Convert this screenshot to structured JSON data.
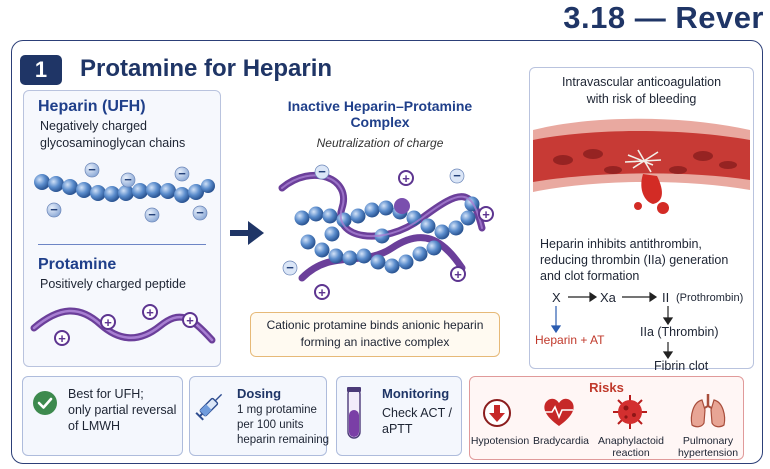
{
  "header": {
    "title": "3.18 — Rever"
  },
  "section": {
    "number": "1",
    "title": "Protamine for Heparin"
  },
  "heparin": {
    "title": "Heparin (UFH)",
    "desc_line1": "Negatively charged",
    "desc_line2": "glycosaminoglycan chains",
    "charge": "−"
  },
  "protamine": {
    "title": "Protamine",
    "desc": "Positively charged peptide",
    "charge": "+"
  },
  "complex": {
    "title_line1": "Inactive Heparin–Protamine",
    "title_line2": "Complex",
    "subtitle": "Neutralization of charge"
  },
  "note": {
    "line1": "Cationic protamine binds anionic heparin",
    "line2": "forming an inactive complex"
  },
  "bleeding": {
    "line1": "Intravascular anticoagulation",
    "line2": "with risk of bleeding"
  },
  "mechanism": {
    "line1": "Heparin inhibits antithrombin,",
    "line2": "reducing thrombin (IIa) generation",
    "line3": "and clot formation",
    "x": "X",
    "xa": "Xa",
    "ii": "II",
    "ii_note": "(Prothrombin)",
    "iia": "IIa (Thrombin)",
    "heparin_at": "Heparin + AT",
    "fibrin": "Fibrin clot"
  },
  "cards": {
    "best": {
      "line1": "Best for UFH;",
      "line2": "only partial reversal",
      "line3": "of LMWH",
      "icon": "check-icon"
    },
    "dosing": {
      "title": "Dosing",
      "line1": "1 mg protamine",
      "line2": "per 100 units",
      "line3": "heparin remaining",
      "icon": "syringe-icon"
    },
    "monitoring": {
      "title": "Monitoring",
      "line1": "Check ACT /",
      "line2": "aPTT",
      "icon": "test-tube-icon"
    }
  },
  "risks": {
    "title": "Risks",
    "items": [
      {
        "label_line1": "Hypotension",
        "label_line2": "",
        "icon": "down-arrow-icon"
      },
      {
        "label_line1": "Bradycardia",
        "label_line2": "",
        "icon": "heart-icon"
      },
      {
        "label_line1": "Anaphylactoid",
        "label_line2": "reaction",
        "icon": "allergen-icon"
      },
      {
        "label_line1": "Pulmonary",
        "label_line2": "hypertension",
        "icon": "lungs-icon"
      }
    ]
  },
  "colors": {
    "navy": "#1f3566",
    "bead_blue": "#4f82c4",
    "protamine_purple": "#6b3f9a",
    "risk_red": "#c0392b",
    "check_green": "#3d8a4e"
  }
}
